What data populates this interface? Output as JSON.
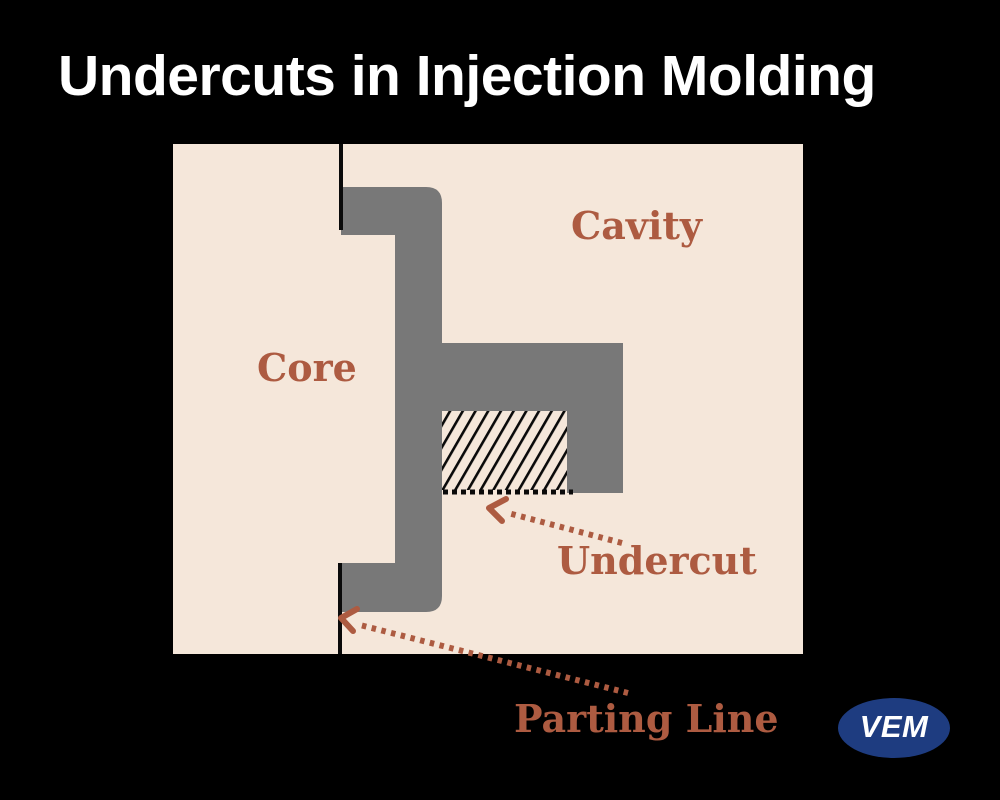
{
  "title": "Undercuts in Injection Molding",
  "labels": {
    "cavity": "Cavity",
    "core": "Core",
    "undercut": "Undercut",
    "parting_line": "Parting Line"
  },
  "logo": {
    "text": "VEM"
  },
  "colors": {
    "bg": "#000000",
    "cream": "#f5e7da",
    "gray": "#787878",
    "accent": "#ad5b41",
    "seam": "#0a0a0a",
    "logoBlue": "#1e3c80",
    "white": "#ffffff"
  }
}
